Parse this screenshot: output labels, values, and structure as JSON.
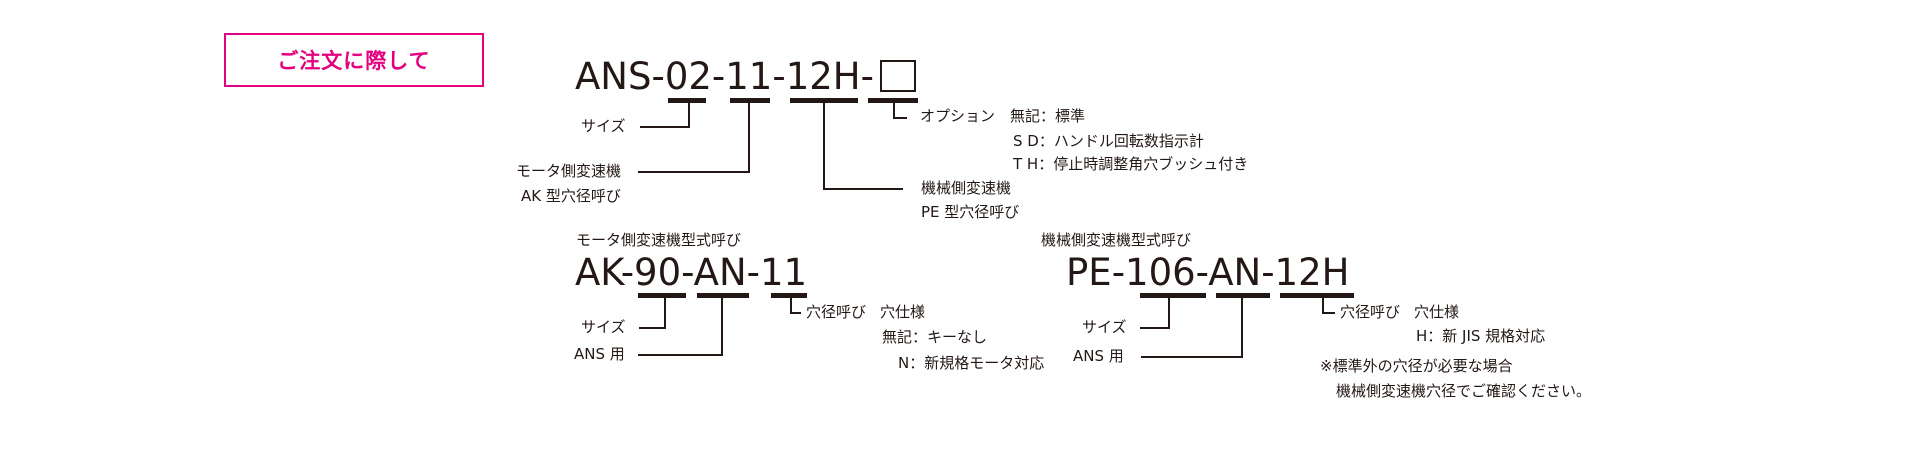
{
  "badge": {
    "label": "ご注文に際して"
  },
  "main_code": {
    "text": "ANS-02-11-12H-",
    "labels": {
      "size": "サイズ",
      "motor_side_1": "モータ側変速機",
      "motor_side_2": "AK 型穴径呼び",
      "machine_side_1": "機械側変速機",
      "machine_side_2": "PE 型穴径呼び",
      "option_title": "オプション",
      "option_none": "無記：標準",
      "option_sd": "S D：ハンドル回転数指示計",
      "option_th": "T H：停止時調整角穴ブッシュ付き"
    }
  },
  "ak_code": {
    "heading": "モータ側変速機型式呼び",
    "text": "AK-90-AN-11",
    "labels": {
      "size": "サイズ",
      "ans": "ANS 用",
      "bore_title": "穴径呼び",
      "bore_spec": "穴仕様",
      "none": "無記：キーなし",
      "n": "N：新規格モータ対応"
    }
  },
  "pe_code": {
    "heading": "機械側変速機型式呼び",
    "text": "PE-106-AN-12H",
    "labels": {
      "size": "サイズ",
      "ans": "ANS 用",
      "bore_title": "穴径呼び",
      "bore_spec": "穴仕様",
      "h": "H：新 JIS 規格対応"
    },
    "note_1": "※標準外の穴径が必要な場合",
    "note_2": "機械側変速機穴径でご確認ください。"
  }
}
